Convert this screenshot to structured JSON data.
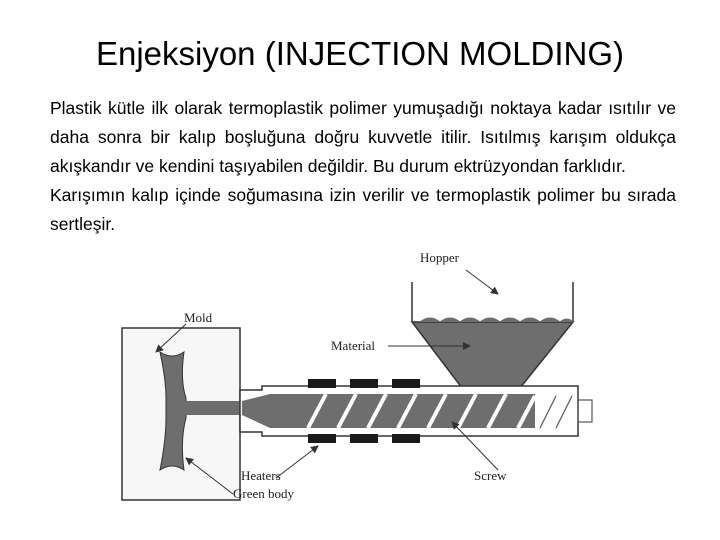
{
  "slide": {
    "title": "Enjeksiyon (INJECTION MOLDING)",
    "paragraph1": "Plastik kütle ilk olarak termoplastik polimer yumuşadığı noktaya kadar ısıtılır ve daha sonra bir kalıp boşluğuna doğru kuvvetle itilir. Isıtılmış karışım oldukça akışkandır ve kendini taşıyabilen değildir. Bu durum ektrüzyondan farklıdır.",
    "paragraph2": "Karışımın kalıp içinde soğumasına izin verilir ve termoplastik polimer bu sırada sertleşir."
  },
  "diagram": {
    "labels": {
      "hopper": "Hopper",
      "mold": "Mold",
      "material": "Material",
      "heaters": "Heaters",
      "green_body": "Green body",
      "screw": "Screw"
    },
    "colors": {
      "material": "#6e6e6e",
      "heater": "#1a1a1a",
      "outline": "#333333",
      "mold_fill": "#f2f2f2"
    }
  }
}
